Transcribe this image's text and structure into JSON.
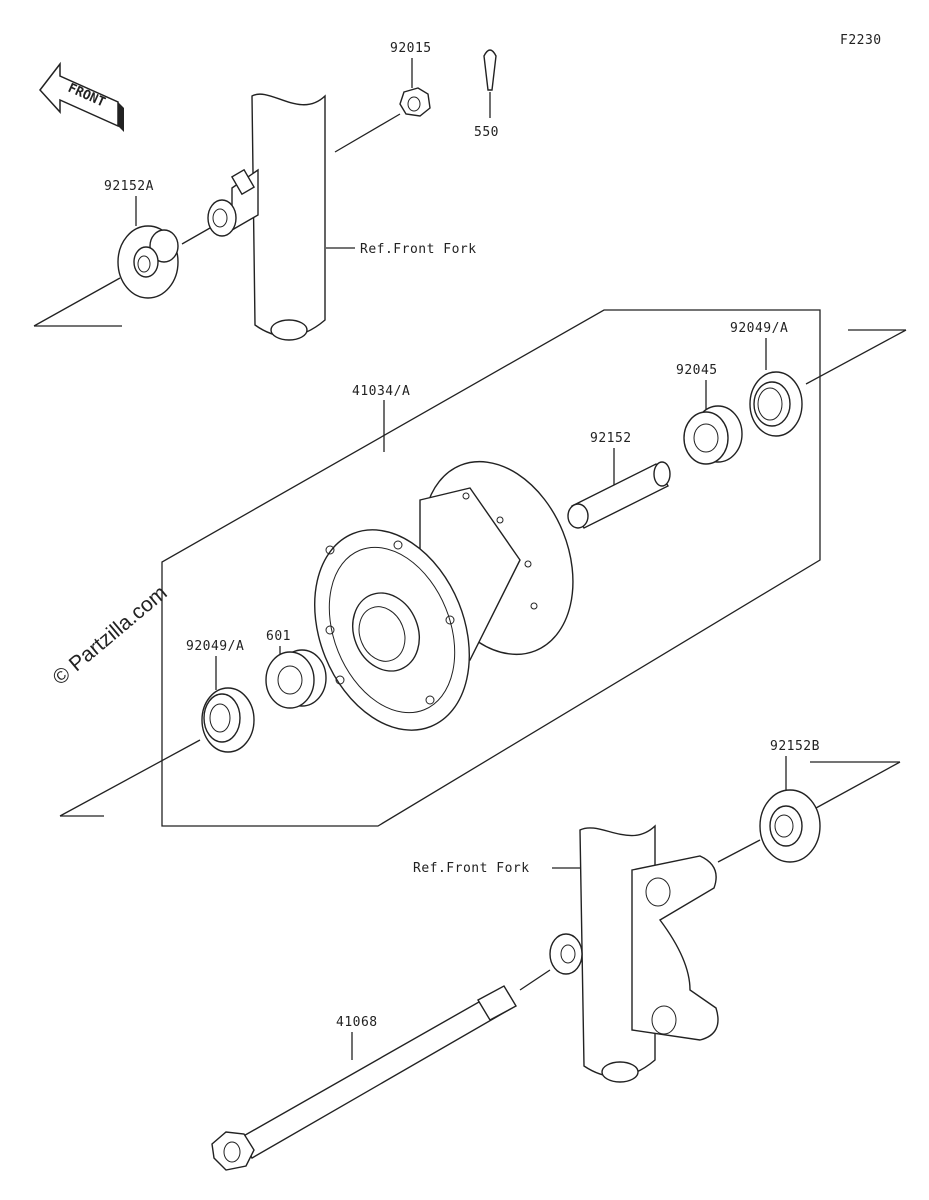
{
  "figure_code": "F2230",
  "front_arrow": "FRONT",
  "watermark": "© Partzilla.com",
  "labels": {
    "p92015": "92015",
    "p550": "550",
    "p92152A": "92152A",
    "ref_fork_top": "Ref.Front Fork",
    "p41034A": "41034/A",
    "p92049A_right": "92049/A",
    "p92045": "92045",
    "p92152": "92152",
    "p601": "601",
    "p92049A_left": "92049/A",
    "p92152B": "92152B",
    "ref_fork_bottom": "Ref.Front Fork",
    "p41068": "41068"
  },
  "icons": [
    "front-arrow-icon"
  ]
}
